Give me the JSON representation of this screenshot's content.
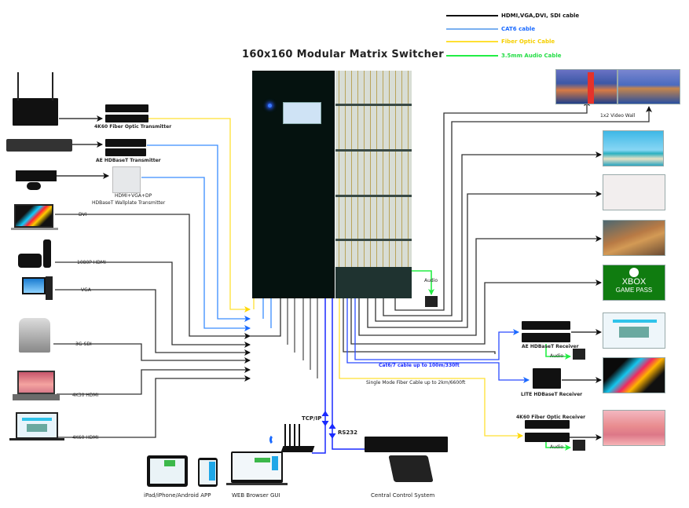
{
  "title": "160x160 Modular Matrix Switcher",
  "legend": [
    {
      "label": "HDMI,VGA,DVI, SDI cable",
      "color": "#111111"
    },
    {
      "label": "CAT6 cable",
      "color": "#3a8dff"
    },
    {
      "label": "Fiber Optic Cable",
      "color": "#ffe033"
    },
    {
      "label": "3.5mm Audio Cable",
      "color": "#22ee44"
    }
  ],
  "sources": [
    {
      "name": "Wireless AV device",
      "connector": ""
    },
    {
      "name": "Blu-ray player",
      "connector": ""
    },
    {
      "name": "Xbox console",
      "connector": ""
    },
    {
      "name": "MacBook Pro",
      "connector": "DVI"
    },
    {
      "name": "Apple TV",
      "connector": "1080P HDMI"
    },
    {
      "name": "Desktop PC",
      "connector": "VGA"
    },
    {
      "name": "PTZ Camera",
      "connector": "3G-SDI"
    },
    {
      "name": "Laptop",
      "connector": "4K30 HDMI"
    },
    {
      "name": "Laptop 2",
      "connector": "4K60 HDMI"
    }
  ],
  "transmitters": [
    {
      "label": "4K60 Fiber Optic Transmitter"
    },
    {
      "label": "AE HDBaseT Transmitter"
    },
    {
      "label": "HDMI+VGA+DP",
      "sublabel": "HDBaseT Wallplate Transmitter"
    }
  ],
  "displays": {
    "videowall_label": "1x2 Video Wall",
    "xbox_line1": "XBOX",
    "xbox_line2": "GAME PASS"
  },
  "receivers": [
    {
      "label": "AE HDBaseT Receiver"
    },
    {
      "label": "LITE HDBaseT Receiver"
    },
    {
      "label": "4K60 Fiber Optic Receiver"
    }
  ],
  "audio_labels": {
    "matrix": "Audio",
    "ae_receiver": "Audio",
    "fiber_receiver": "Audio"
  },
  "cable_notes": {
    "cat": "Cat6/7 cable up to 100m/330ft",
    "fiber": "Single Mode Fiber Cable up to 2km/6600ft"
  },
  "control": {
    "tcpip": "TCP/IP",
    "rs232": "RS232",
    "app": "iPad/iPhone/Android APP",
    "web": "WEB Browser GUI",
    "central": "Central Control System"
  }
}
